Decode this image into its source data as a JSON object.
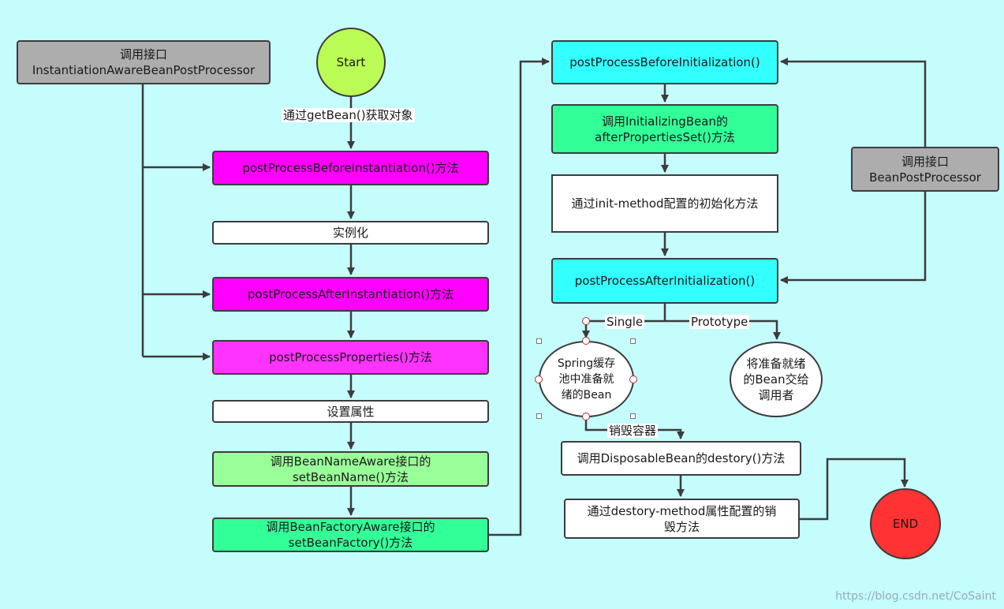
{
  "nodes": {
    "iaw": "调用接口\nInstantiationAwareBeanPostProcessor",
    "start": "Start",
    "before_inst": "postProcessBeforeInstantiation()方法",
    "instantiate": "实例化",
    "after_inst": "postProcessAfterInstantiation()方法",
    "props": "postProcessProperties()方法",
    "set_props": "设置属性",
    "bean_name": "调用BeanNameAware接口的\nsetBeanName()方法",
    "bean_factory": "调用BeanFactoryAware接口的\nsetBeanFactory()方法",
    "before_init": "postProcessBeforeInitialization()",
    "init_bean": "调用InitializingBean的\nafterPropertiesSet()方法",
    "init_method": "通过init-method配置的初始化方法",
    "bpp": "调用接口\nBeanPostProcessor",
    "after_init": "postProcessAfterInitialization()",
    "spring_cache": "Spring缓存\n池中准备就\n绪的Bean",
    "give_bean": "将准备就绪\n的Bean交给\n调用者",
    "disposable": "调用DisposableBean的destory()方法",
    "destroy_method": "通过destory-method属性配置的销\n毁方法",
    "end": "END"
  },
  "labels": {
    "get_bean": "通过getBean()获取对象",
    "single": "Single",
    "prototype": "Prototype",
    "destroy_container": "销毁容器"
  },
  "watermark": "https://blog.csdn.net/CoSaint",
  "colors": {
    "background": "#c5fcfc",
    "gray": "#adadad",
    "start": "#bbfb55",
    "magenta_dark": "#ff00ff",
    "magenta": "#ff33ff",
    "light_green": "#99ff99",
    "green": "#33ff99",
    "cyan": "#33ffff",
    "white": "#ffffff",
    "end": "#ff3333"
  }
}
